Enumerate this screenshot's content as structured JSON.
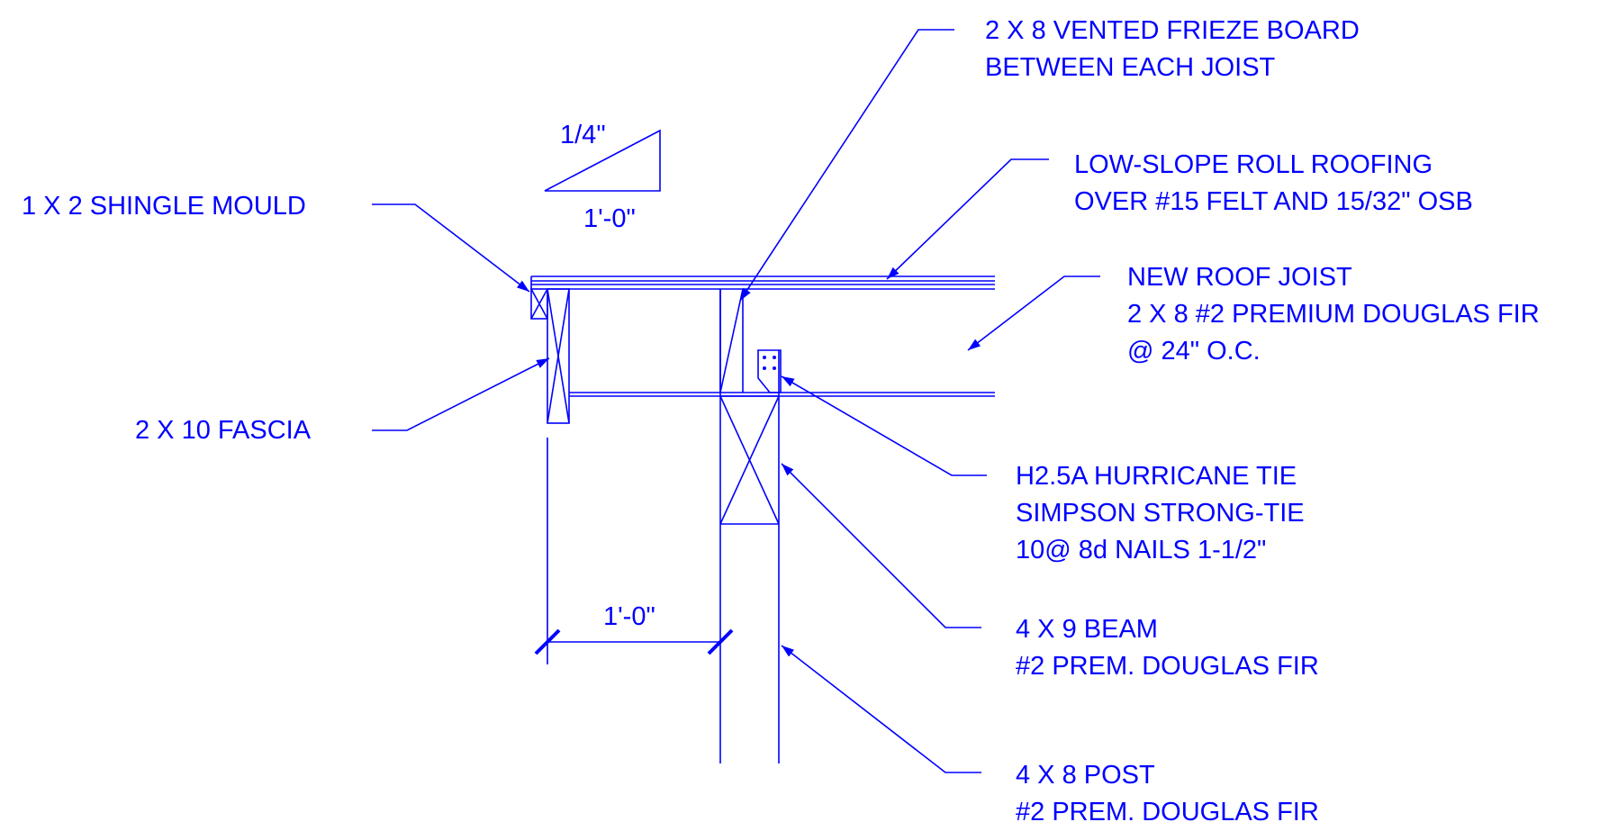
{
  "line_color": "#0000ff",
  "labels": {
    "frieze_board": [
      "2 X 8 VENTED FRIEZE BOARD",
      "BETWEEN EACH JOIST"
    ],
    "roll_roofing": [
      "LOW-SLOPE ROLL ROOFING",
      "OVER #15 FELT AND 15/32\" OSB"
    ],
    "roof_joist": [
      "NEW  ROOF JOIST",
      "2 X 8 #2 PREMIUM DOUGLAS FIR",
      "@ 24\" O.C."
    ],
    "shingle_mould": [
      "1 X 2 SHINGLE MOULD"
    ],
    "fascia": [
      "2 X 10 FASCIA"
    ],
    "hurricane_tie": [
      "H2.5A HURRICANE TIE",
      "SIMPSON STRONG-TIE",
      "10@  8d NAILS 1-1/2\""
    ],
    "beam": [
      "4 X 9 BEAM",
      "#2 PREM. DOUGLAS FIR"
    ],
    "post": [
      "4 X 8 POST",
      "#2 PREM. DOUGLAS FIR"
    ]
  },
  "slope": {
    "rise": "1/4\"",
    "run": "1'-0\""
  },
  "dimension": {
    "overhang": "1'-0\""
  }
}
